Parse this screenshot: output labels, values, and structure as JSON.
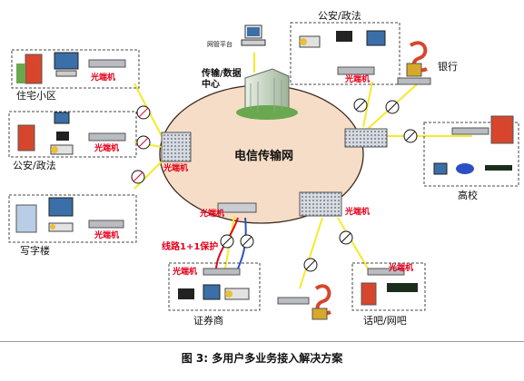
{
  "network": {
    "center_label": "电信传输网",
    "center_node_label": "传输/数据\n中心",
    "mgmt_label": "网管平台"
  },
  "sites": {
    "residential": "住宅小区",
    "police_left": "公安/政法",
    "office": "写字楼",
    "police_top": "公安/政法",
    "bank": "银行",
    "university": "高校",
    "brokerage": "证券商",
    "internet_cafe": "话吧/网吧"
  },
  "device_label": "光端机",
  "protection_label": "线路1+1保护",
  "caption": "图 3:  多用户多业务接入解决方案",
  "colors": {
    "ring_fill": "#f6ddc7",
    "ring_stroke": "#3b2a1e",
    "link_yellow": "#f5ea2a",
    "link_red": "#e4001b",
    "link_blue": "#2b4fc7",
    "device_red": "#e4001b"
  }
}
